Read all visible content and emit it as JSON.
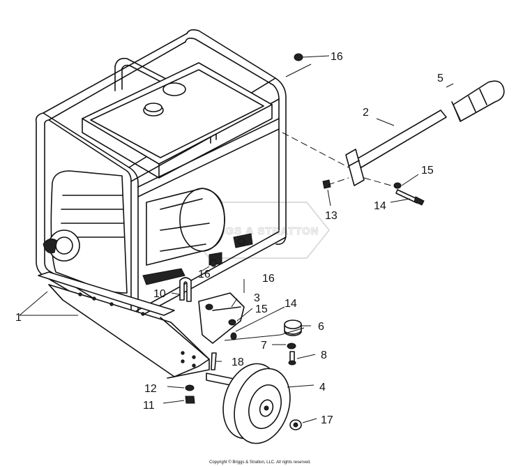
{
  "diagram": {
    "callouts": {
      "c1": "1",
      "c2": "2",
      "c3": "3",
      "c4": "4",
      "c5": "5",
      "c6": "6",
      "c7": "7",
      "c8": "8",
      "c10": "10",
      "c11": "11",
      "c12": "12",
      "c13": "13",
      "c14a": "14",
      "c14b": "14",
      "c15a": "15",
      "c15b": "15",
      "c16a": "16",
      "c16b": "16",
      "c16c": "16",
      "c17": "17",
      "c18": "18"
    },
    "watermark": "BRIGGS & STRATTON",
    "copyright": "Copyright © Briggs & Stratton, LLC. All rights reserved."
  }
}
